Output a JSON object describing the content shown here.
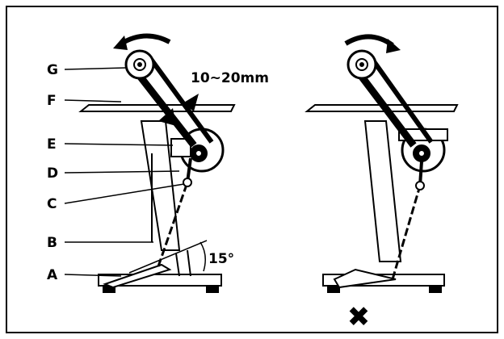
{
  "labels": {
    "g": "G",
    "f": "F",
    "e": "E",
    "d": "D",
    "c": "C",
    "b": "B",
    "a": "A"
  },
  "belt_deflection": "10~20mm",
  "pedal_angle": "15°",
  "wrong_mark": "✖",
  "colors": {
    "ink": "#000000",
    "paper": "#ffffff"
  }
}
